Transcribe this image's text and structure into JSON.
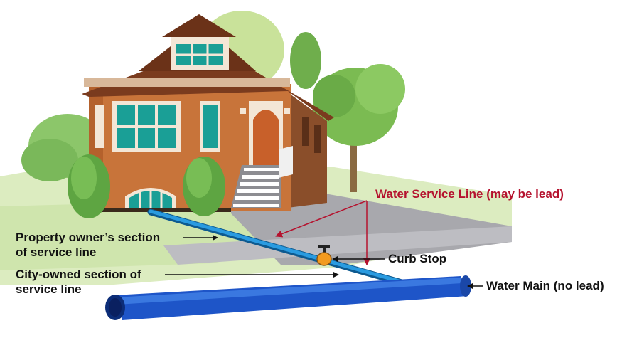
{
  "labels": {
    "water_service_line": "Water Service Line (may be lead)",
    "property_owner_line1": "Property owner’s section",
    "property_owner_line2": "of service line",
    "curb_stop": "Curb Stop",
    "city_owned_line1": "City-owned section of",
    "city_owned_line2": "service line",
    "water_main": "Water Main (no lead)"
  },
  "colors": {
    "label_red": "#b5122e",
    "pipe_blue": "#2a9be0",
    "main_blue": "#1e55c8",
    "house_brick": "#c8743a",
    "roof_brown": "#7a3b1e",
    "window_teal": "#1a9f96",
    "lawn_green": "#d6e9b6",
    "curb_stop_orange": "#f29a1f"
  }
}
